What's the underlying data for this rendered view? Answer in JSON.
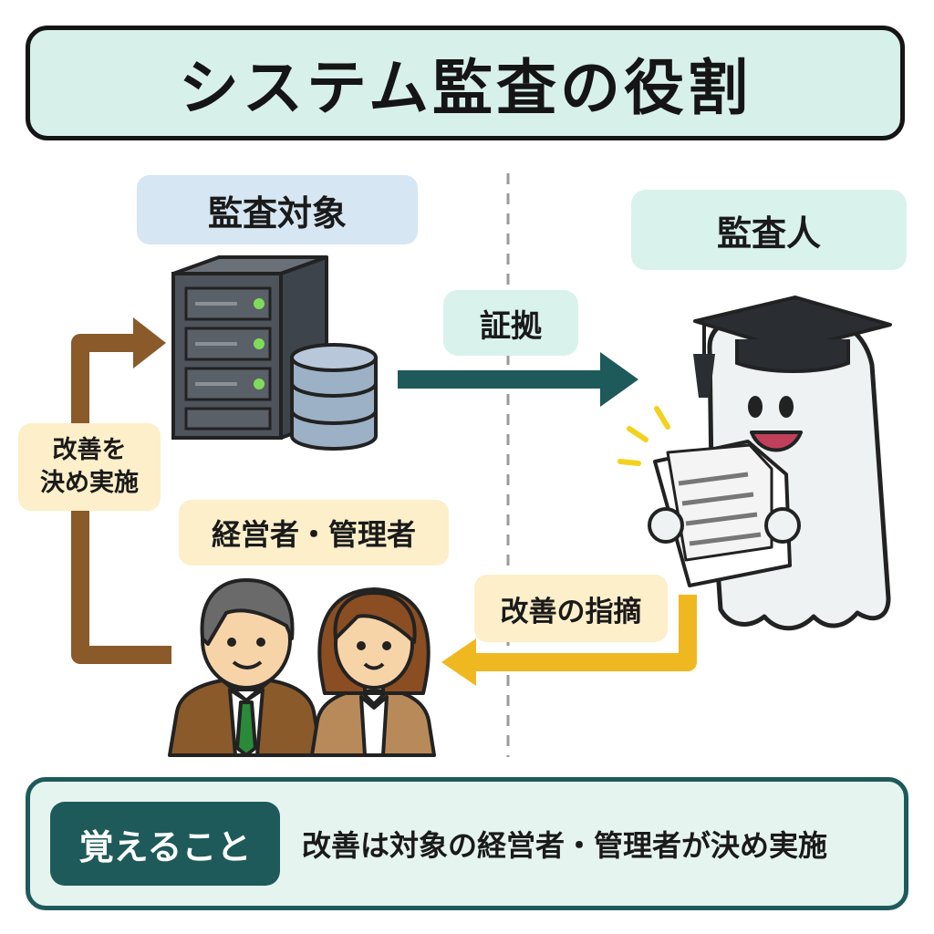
{
  "title": "システム監査の役割",
  "labels": {
    "audit_target": "監査対象",
    "auditor": "監査人",
    "evidence": "証拠",
    "improve_line1": "改善を",
    "improve_line2": "決め実施",
    "managers": "経営者・管理者",
    "point_out": "改善の指摘"
  },
  "summary": {
    "tag": "覚えること",
    "text": "改善は対象の経営者・管理者が決め実施"
  },
  "colors": {
    "teal_arrow": "#1e5a5a",
    "yellow_arrow": "#f0b820",
    "brown_arrow": "#8a5a2a"
  },
  "icons": {
    "server": "server-icon",
    "database": "database-icon",
    "auditor": "ghost-auditor-icon",
    "managers": "managers-icon"
  }
}
